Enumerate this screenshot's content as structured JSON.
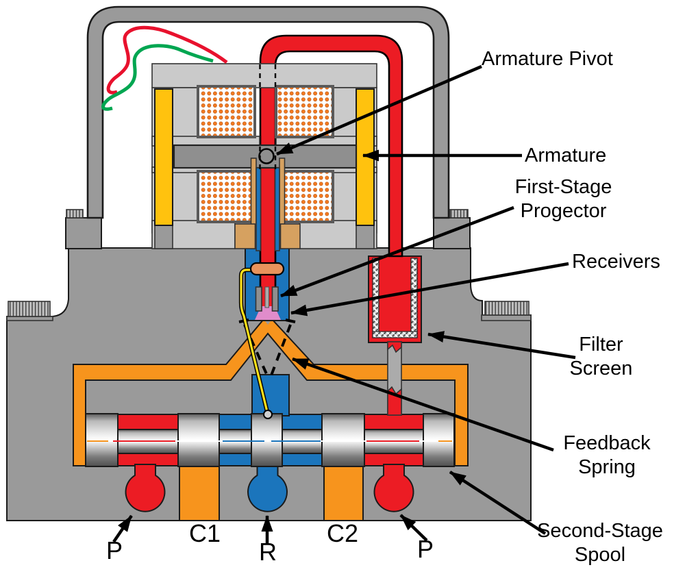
{
  "labels": {
    "armature_pivot": "Armature Pivot",
    "armature": "Armature",
    "first_stage_line1": "First-Stage",
    "first_stage_line2": "Progector",
    "receivers": "Receivers",
    "filter_line1": "Filter",
    "filter_line2": "Screen",
    "feedback_line1": "Feedback",
    "feedback_line2": "Spring",
    "second_stage_line1": "Second-Stage",
    "second_stage_line2": "Spool"
  },
  "ports": {
    "p_left": "P",
    "c1": "C1",
    "r": "R",
    "c2": "C2",
    "p_right": "P"
  },
  "colors": {
    "body": "#9A9A9A",
    "frame": "#CACACA",
    "armature": "#8F8F8F",
    "yellow": "#FFC20E",
    "red": "#EC1C24",
    "blue": "#1B75BC",
    "orange": "#F7941D",
    "tan": "#D6A160",
    "pink": "#E08CCB",
    "salmon": "#E8935C",
    "wire_red": "#E8112D",
    "wire_green": "#00A651",
    "coil_dot": "#F47A20",
    "spring_yellow": "#FFE01A"
  }
}
